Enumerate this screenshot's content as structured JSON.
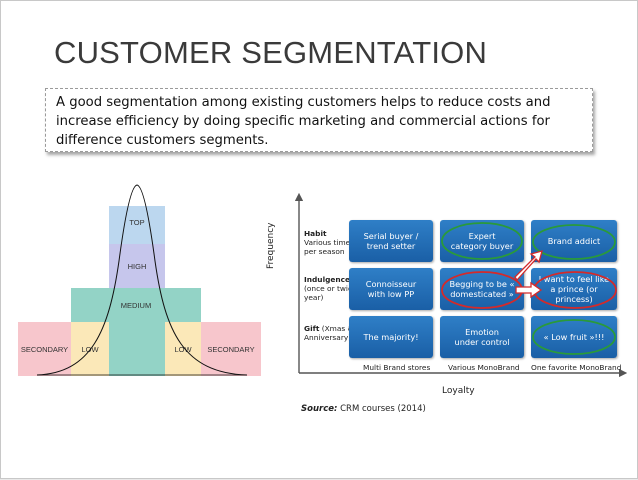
{
  "slide": {
    "title": "CUSTOMER SEGMENTATION",
    "intro": "A good segmentation among existing customers helps to reduce costs and increase efficiency by doing specific marketing and commercial actions for difference customers segments."
  },
  "pyramid": {
    "top": "TOP",
    "high": "HIGH",
    "medium": "MEDIUM",
    "low_left": "LOW",
    "low_right": "LOW",
    "secondary_left": "SECONDARY",
    "secondary_right": "SECONDARY",
    "colors": {
      "top": "#bcd7ef",
      "high": "#c6c6ec",
      "medium": "#93d3c6",
      "low": "#fbe8b8",
      "secondary": "#f7c6cc"
    }
  },
  "matrix": {
    "y_axis": "Frequency",
    "x_axis": "Loyalty",
    "rows": [
      {
        "title": "Habit",
        "desc": "Various times per season"
      },
      {
        "title": "Indulgence",
        "desc": "(once or twice a year)"
      },
      {
        "title": "Gift",
        "desc": "(Xmas & Anniversary)"
      }
    ],
    "columns": [
      "Multi Brand stores",
      "Various MonoBrand",
      "One favorite MonoBrand"
    ],
    "cells": [
      [
        "Serial buyer / trend setter",
        "Expert category buyer",
        "Brand addict"
      ],
      [
        "Connoisseur with low PP",
        "Begging to be « domesticated »",
        "I want to feel like a prince (or princess)"
      ],
      [
        "The majority!",
        "Emotion under control",
        "« Low fruit »!!!"
      ]
    ],
    "colors": {
      "cell": "#2570b8",
      "highlight_green": "#2a9a3a",
      "highlight_red": "#d42a2a"
    }
  },
  "source": {
    "label": "Source:",
    "text": "CRM courses (2014)"
  }
}
